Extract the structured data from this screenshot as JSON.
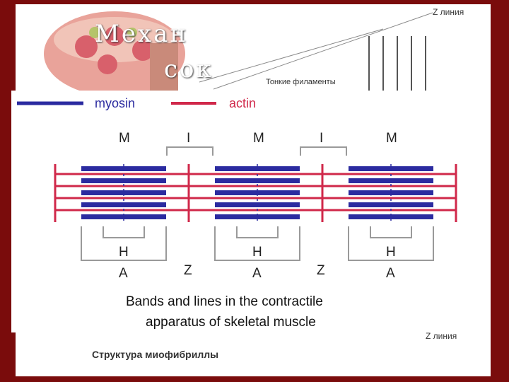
{
  "colors": {
    "frame": "#7a0c0c",
    "myosin": "#2b2ba0",
    "actin": "#d0284a",
    "bracket": "#9a9a9a"
  },
  "background_slide": {
    "title_line1": "Механ",
    "title_line2": "сок",
    "z_label_top": "Z линия",
    "thin_filaments_label": "Тонкие филаменты",
    "z_label_bottom": "Z линия",
    "caption": "Структура миофибриллы"
  },
  "legend": {
    "myosin_label": "myosin",
    "actin_label": "actin"
  },
  "top_labels": {
    "m1": "M",
    "i1": "I",
    "m2": "M",
    "i2": "I",
    "m3": "M"
  },
  "bottom_labels": {
    "h1": "H",
    "h2": "H",
    "h3": "H",
    "a1": "A",
    "z1": "Z",
    "a2": "A",
    "z2": "Z",
    "a3": "A"
  },
  "caption": {
    "line1": "Bands and lines in the contractile",
    "line2": "apparatus of skeletal muscle"
  }
}
